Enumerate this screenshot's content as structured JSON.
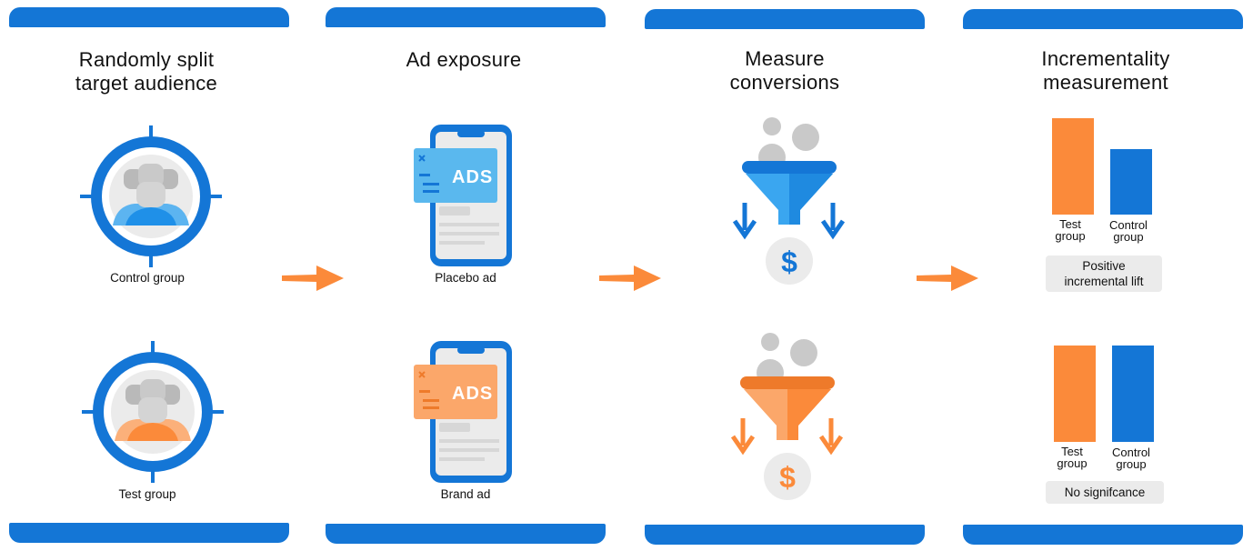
{
  "panels": [
    {
      "title_line1": "Randomly split",
      "title_line2": "target audience"
    },
    {
      "title_line1": "Ad exposure"
    },
    {
      "title_line1": "Measure",
      "title_line2": "conversions"
    },
    {
      "title_line1": "Incrementality",
      "title_line2": "measurement"
    }
  ],
  "audience": {
    "control_label": "Control group",
    "test_label": "Test group"
  },
  "exposure": {
    "placebo_label": "Placebo ad",
    "brand_label": "Brand ad",
    "ads_text": "ADS"
  },
  "measurement": {
    "top": {
      "bar1_l1": "Test",
      "bar1_l2": "group",
      "bar2_l1": "Control",
      "bar2_l2": "group",
      "result_l1": "Positive",
      "result_l2": "incremental lift"
    },
    "bottom": {
      "bar1_l1": "Test",
      "bar1_l2": "group",
      "bar2_l1": "Control",
      "bar2_l2": "group",
      "result": "No signifcance"
    }
  },
  "colors": {
    "blue": "#1476d6",
    "orange": "#fb8a3a",
    "light_blue": "#3aa6f0",
    "gray": "#c9c9c9"
  },
  "icons": [
    "target-people-icon",
    "phone-ad-icon",
    "funnel-icon",
    "dollar-icon",
    "arrow-right-icon"
  ]
}
